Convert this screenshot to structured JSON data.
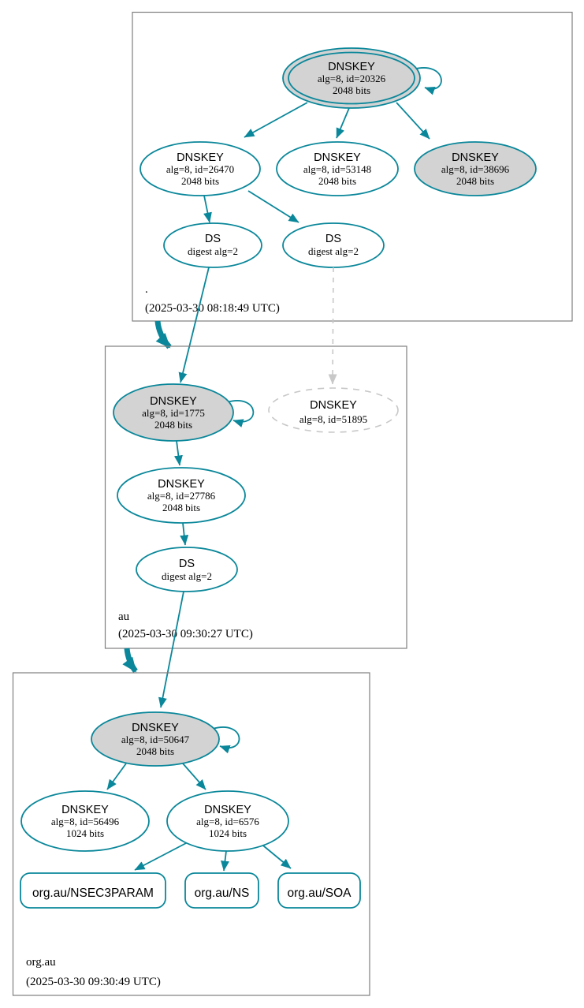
{
  "diagram": {
    "colors": {
      "secure": "#0a879a",
      "ksk_fill": "#d3d3d3",
      "missing_gray": "#c8c8c8",
      "zone_border": "#7f7f7f"
    },
    "zones": [
      {
        "label": ".",
        "timestamp": "(2025-03-30 08:18:49 UTC)",
        "nodes": {
          "ksk": {
            "title": "DNSKEY",
            "detail": "alg=8, id=20326",
            "bits": "2048 bits"
          },
          "zsk1": {
            "title": "DNSKEY",
            "detail": "alg=8, id=26470",
            "bits": "2048 bits"
          },
          "zsk2": {
            "title": "DNSKEY",
            "detail": "alg=8, id=53148",
            "bits": "2048 bits"
          },
          "zsk3": {
            "title": "DNSKEY",
            "detail": "alg=8, id=38696",
            "bits": "2048 bits"
          },
          "ds1": {
            "title": "DS",
            "detail": "digest alg=2"
          },
          "ds2": {
            "title": "DS",
            "detail": "digest alg=2"
          }
        }
      },
      {
        "label": "au",
        "timestamp": "(2025-03-30 09:30:27 UTC)",
        "nodes": {
          "ksk": {
            "title": "DNSKEY",
            "detail": "alg=8, id=1775",
            "bits": "2048 bits"
          },
          "missing": {
            "title": "DNSKEY",
            "detail": "alg=8, id=51895"
          },
          "zsk": {
            "title": "DNSKEY",
            "detail": "alg=8, id=27786",
            "bits": "2048 bits"
          },
          "ds": {
            "title": "DS",
            "detail": "digest alg=2"
          }
        }
      },
      {
        "label": "org.au",
        "timestamp": "(2025-03-30 09:30:49 UTC)",
        "nodes": {
          "ksk": {
            "title": "DNSKEY",
            "detail": "alg=8, id=50647",
            "bits": "2048 bits"
          },
          "zsk1": {
            "title": "DNSKEY",
            "detail": "alg=8, id=56496",
            "bits": "1024 bits"
          },
          "zsk2": {
            "title": "DNSKEY",
            "detail": "alg=8, id=6576",
            "bits": "1024 bits"
          },
          "rrset1": {
            "label": "org.au/NSEC3PARAM"
          },
          "rrset2": {
            "label": "org.au/NS"
          },
          "rrset3": {
            "label": "org.au/SOA"
          }
        }
      }
    ]
  }
}
